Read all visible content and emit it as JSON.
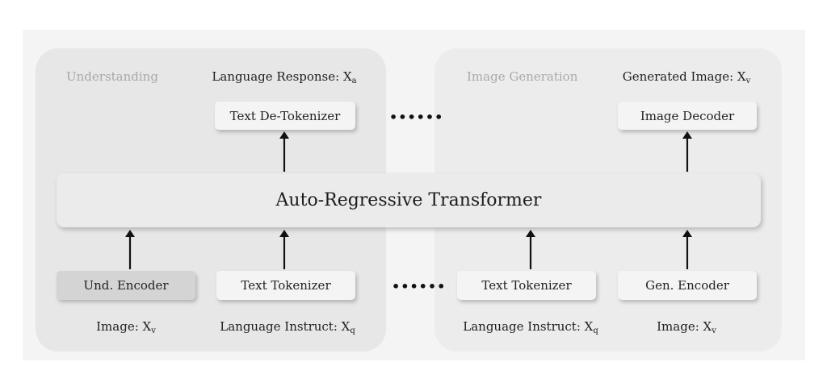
{
  "understanding": {
    "title": "Understanding",
    "response_label": "Language Response: X",
    "response_sub": "a",
    "detokenizer": "Text De-Tokenizer",
    "und_encoder": "Und. Encoder",
    "text_tokenizer": "Text Tokenizer",
    "image_input_label": "Image: X",
    "image_input_sub": "v",
    "instruct_label": "Language Instruct: X",
    "instruct_sub": "q"
  },
  "generation": {
    "title": "Image Generation",
    "output_label": "Generated Image: X",
    "output_sub": "v",
    "image_decoder": "Image Decoder",
    "text_tokenizer": "Text Tokenizer",
    "gen_encoder": "Gen. Encoder",
    "instruct_label": "Language Instruct: X",
    "instruct_sub": "q",
    "image_input_label": "Image: X",
    "image_input_sub": "v"
  },
  "transformer": "Auto-Regressive Transformer",
  "ellipsis_top": "••••••",
  "ellipsis_bottom": "••••••"
}
